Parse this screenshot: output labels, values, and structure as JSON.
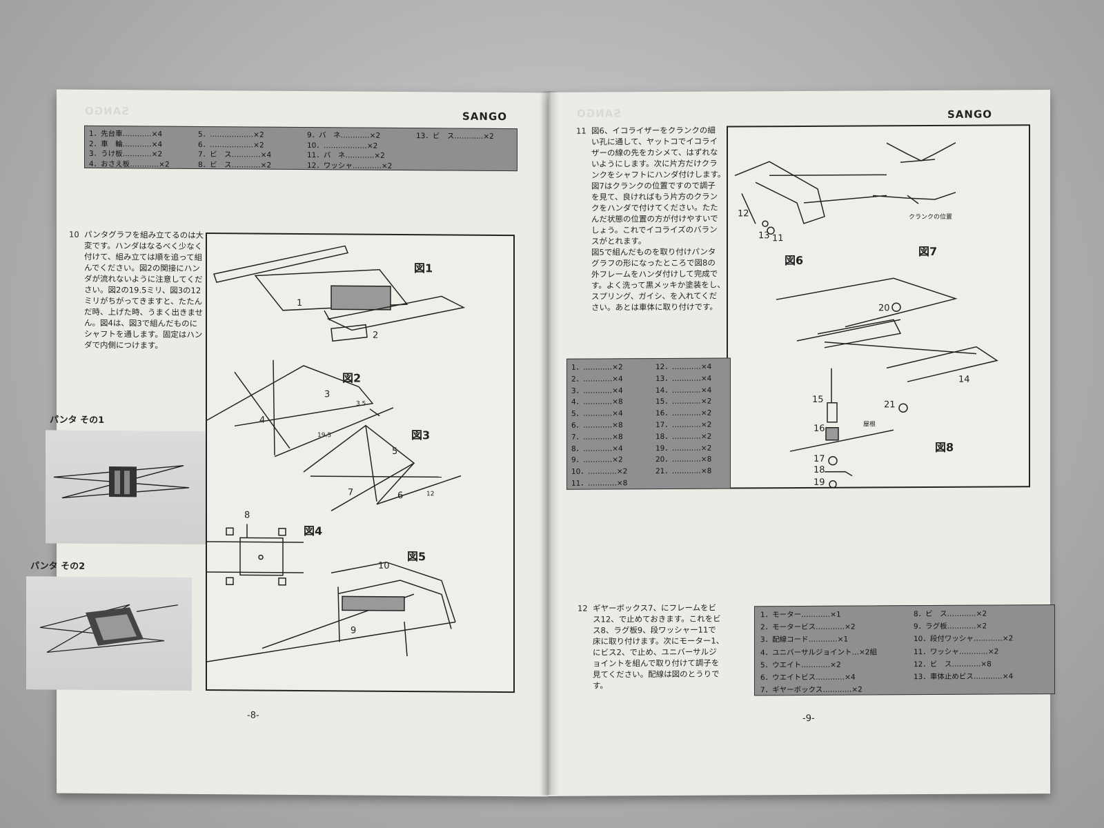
{
  "left_page": {
    "brand": "SANGO",
    "parts_table": [
      [
        "1．先台車…………×4",
        "5．………………×2",
        "9．バ　ネ…………×2",
        "13．ビ　ス…………×2"
      ],
      [
        "2．車　輪…………×4",
        "6．………………×2",
        "10．………………×2",
        ""
      ],
      [
        "3．うけ板…………×2",
        "7．ビ　ス…………×4",
        "11．バ　ネ…………×2",
        ""
      ],
      [
        "4．おさえ板…………×2",
        "8．ビ　ス…………×2",
        "12．ワッシャ…………×2",
        ""
      ]
    ],
    "step_number": "10",
    "step_text": [
      "パンタグラフを組み立てるのは大",
      "変です。ハンダはなるべく少なく",
      "付けて、組み立ては順を追って組",
      "んでください。図2の関接にハン",
      "ダが流れないように注意してくだ",
      "さい。図2の19.5ミリ、図3の12",
      "ミリがちがってきますと、たたん",
      "だ時、上げた時、うまく出きませ",
      "ん。図4は、図3で組んだものに",
      "シャフトを通します。固定はハン",
      "ダで内側につけます。"
    ],
    "photo1_caption": "パンタ その1",
    "photo2_caption": "パンタ その2",
    "figures": {
      "fig1": "図1",
      "fig2": "図2",
      "fig3": "図3",
      "fig4": "図4",
      "fig5": "図5"
    },
    "callouts": {
      "c1": "1",
      "c2": "2",
      "c3": "3",
      "c4": "4",
      "c5": "5",
      "c6": "6",
      "c7": "7",
      "c8": "8",
      "c9": "9",
      "c10": "10",
      "dim35": "3.5",
      "dim195": "19.5",
      "dim12": "12"
    },
    "page_number": "-8-"
  },
  "right_page": {
    "brand": "SANGO",
    "step11_number": "11",
    "step11_text": [
      "図6、イコライザーをクランクの細",
      "い孔に通して、ヤットコでイコライ",
      "ザーの線の先をカシメて、はずれな",
      "いようにします。次に片方だけクラ",
      "ンクをシャフトにハンダ付けします。",
      "図7はクランクの位置ですので調子",
      "を見て、良ければもう片方のクラン",
      "クをハンダで付けてください。たた",
      "んだ状態の位置の方が付けやすいで",
      "しょう。これでイコライズのバラン",
      "スがとれます。",
      "図5で組んだものを取り付けパンタ",
      "グラフの形になったところで図8の",
      "外フレームをハンダ付けして完成で",
      "す。よく洗って黒メッキか塗装をし、",
      "スプリング、ガイシ、を入れてくだ",
      "さい。あとは車体に取り付けです。"
    ],
    "parts_table_2": [
      [
        "1．…………×2",
        "12．…………×4"
      ],
      [
        "2．…………×4",
        "13．…………×4"
      ],
      [
        "3．…………×4",
        "14．…………×4"
      ],
      [
        "4．…………×8",
        "15．…………×2"
      ],
      [
        "5．…………×4",
        "16．…………×2"
      ],
      [
        "6．…………×8",
        "17．…………×2"
      ],
      [
        "7．…………×8",
        "18．…………×2"
      ],
      [
        "8．…………×4",
        "19．…………×2"
      ],
      [
        "9．…………×2",
        "20．…………×8"
      ],
      [
        "10．…………×2",
        "21．…………×8"
      ],
      [
        "11．…………×8",
        ""
      ]
    ],
    "figures": {
      "fig6": "図6",
      "fig7": "図7",
      "fig8": "図8"
    },
    "callouts": {
      "c11": "11",
      "c12": "12",
      "c13": "13",
      "c14": "14",
      "c15": "15",
      "c16": "16",
      "c17": "17",
      "c18": "18",
      "c19": "19",
      "c20": "20",
      "c21": "21",
      "crank": "クランクの位置",
      "roof": "屋根"
    },
    "step12_number": "12",
    "step12_text": [
      "ギヤーボックス7、にフレームをビ",
      "ス12、で止めておきます。これをビ",
      "ス8、ラグ板9、段ワッシャー11で",
      "床に取り付けます。次にモーター1、",
      "にビス2、で止め、ユニバーサルジ",
      "ョイントを組んで取り付けて調子を",
      "見てください。配線は図のとうりで",
      "す。"
    ],
    "parts_table_3": [
      [
        "1．モーター…………×1",
        "8．ビ　ス…………×2"
      ],
      [
        "2．モータービス…………×2",
        "9．ラグ板…………×2"
      ],
      [
        "3．配線コード…………×1",
        "10．段付ワッシャ…………×2"
      ],
      [
        "4．ユニバーサルジョイント…×2組",
        "11．ワッシャ…………×2"
      ],
      [
        "5．ウエイト…………×2",
        "12．ビ　ス…………×8"
      ],
      [
        "6．ウエイトビス…………×4",
        "13．車体止めビス…………×4"
      ],
      [
        "7．ギヤーボックス…………×2",
        ""
      ]
    ],
    "page_number": "-9-"
  },
  "colors": {
    "paper": "#ecebe6",
    "table_fill": "#8f8f8f",
    "ink": "#222222"
  }
}
